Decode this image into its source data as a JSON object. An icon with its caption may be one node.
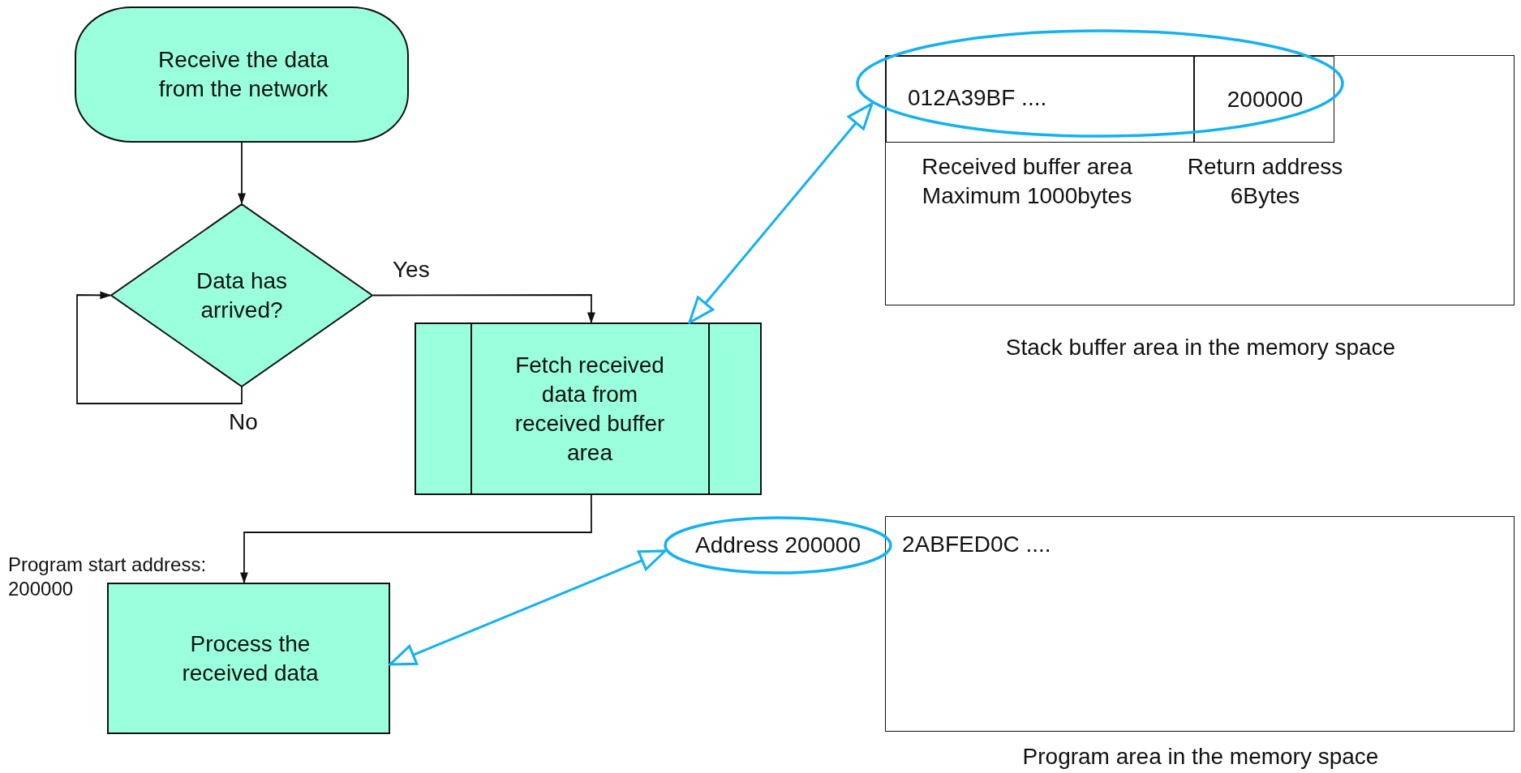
{
  "diagram": {
    "nodes": [
      {
        "text": [
          "Receive the data from the network"
        ]
      },
      {
        "text": [
          "Data has arrived?"
        ]
      },
      {
        "text": [
          "Fetch received data from received buffer area"
        ]
      },
      {
        "text": [
          "Process the received data"
        ]
      },
      {
        "text": [],
        "shape": "box",
        "beside": [
          "Stack buffer area in the memory space"
        ]
      },
      {
        "text": [
          "012A39BF ...."
        ],
        "in": 4,
        "beside": [
          "Received buffer area Maximum 1000bytes"
        ]
      },
      {
        "text": [
          "200000"
        ],
        "in": 4,
        "beside": [
          "Return address 6Bytes"
        ]
      },
      {
        "text": [],
        "shape": "ellipse"
      },
      {
        "text": [
          "2ABFED0C ...."
        ],
        "beside": [
          "Program area in the memory space"
        ]
      },
      {
        "text": [
          "Address 200000"
        ]
      }
    ],
    "edges": [
      {
        "from": 0,
        "to": 1,
        "arrow": "to"
      },
      {
        "from": 1,
        "to": 2,
        "arrow": "to",
        "label": "Yes"
      },
      {
        "from": 1,
        "to": 1,
        "arrow": "to",
        "label": "No"
      },
      {
        "from": 2,
        "to": 3,
        "arrow": "to"
      },
      {
        "from": 2,
        "to": 7,
        "arrow": "both",
        "color": "#14b1f2"
      },
      {
        "from": 3,
        "to": 9,
        "arrow": "both",
        "color": "#14b1f2"
      }
    ],
    "labels": [
      "Program start address: 200000"
    ]
  }
}
